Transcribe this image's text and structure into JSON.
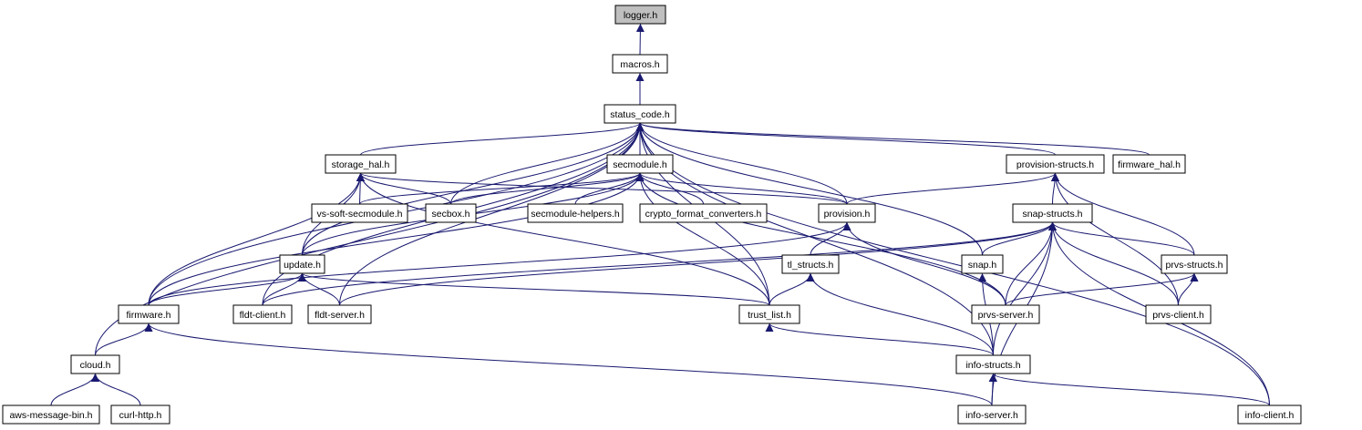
{
  "graph": {
    "title": "",
    "edge_color": "#191970",
    "root_fill": "#bfbfbf",
    "node_fill": "#ffffff",
    "nodes": [
      {
        "id": "logger",
        "label": "logger.h",
        "root": true
      },
      {
        "id": "macros",
        "label": "macros.h"
      },
      {
        "id": "status",
        "label": "status_code.h"
      },
      {
        "id": "storage",
        "label": "storage_hal.h"
      },
      {
        "id": "secmod",
        "label": "secmodule.h"
      },
      {
        "id": "provstr",
        "label": "provision-structs.h"
      },
      {
        "id": "fwhal",
        "label": "firmware_hal.h"
      },
      {
        "id": "vssoft",
        "label": "vs-soft-secmodule.h"
      },
      {
        "id": "secbox",
        "label": "secbox.h"
      },
      {
        "id": "secmodhelp",
        "label": "secmodule-helpers.h"
      },
      {
        "id": "crypto",
        "label": "crypto_format_converters.h"
      },
      {
        "id": "provision",
        "label": "provision.h"
      },
      {
        "id": "snapstr",
        "label": "snap-structs.h"
      },
      {
        "id": "update",
        "label": "update.h"
      },
      {
        "id": "tlstr",
        "label": "tl_structs.h"
      },
      {
        "id": "snap",
        "label": "snap.h"
      },
      {
        "id": "prvsstr",
        "label": "prvs-structs.h"
      },
      {
        "id": "firmware",
        "label": "firmware.h"
      },
      {
        "id": "fldtc",
        "label": "fldt-client.h"
      },
      {
        "id": "fldts",
        "label": "fldt-server.h"
      },
      {
        "id": "trust",
        "label": "trust_list.h"
      },
      {
        "id": "prvsserv",
        "label": "prvs-server.h"
      },
      {
        "id": "prvscli",
        "label": "prvs-client.h"
      },
      {
        "id": "cloud",
        "label": "cloud.h"
      },
      {
        "id": "infostr",
        "label": "info-structs.h"
      },
      {
        "id": "aws",
        "label": "aws-message-bin.h"
      },
      {
        "id": "curl",
        "label": "curl-http.h"
      },
      {
        "id": "infoserv",
        "label": "info-server.h"
      },
      {
        "id": "infocli",
        "label": "info-client.h"
      }
    ],
    "edges": [
      [
        "macros",
        "logger"
      ],
      [
        "status",
        "macros"
      ],
      [
        "storage",
        "status"
      ],
      [
        "secmod",
        "status"
      ],
      [
        "provstr",
        "status"
      ],
      [
        "fwhal",
        "status"
      ],
      [
        "secbox",
        "status"
      ],
      [
        "provision",
        "status"
      ],
      [
        "snap",
        "status"
      ],
      [
        "update",
        "status"
      ],
      [
        "firmware",
        "status"
      ],
      [
        "fldtc",
        "status"
      ],
      [
        "fldts",
        "status"
      ],
      [
        "trust",
        "status"
      ],
      [
        "cloud",
        "status"
      ],
      [
        "infostr",
        "status"
      ],
      [
        "infocli",
        "status"
      ],
      [
        "vssoft",
        "storage"
      ],
      [
        "secbox",
        "storage"
      ],
      [
        "provision",
        "storage"
      ],
      [
        "update",
        "storage"
      ],
      [
        "firmware",
        "storage"
      ],
      [
        "trust",
        "storage"
      ],
      [
        "vssoft",
        "secmod"
      ],
      [
        "secbox",
        "secmod"
      ],
      [
        "secmodhelp",
        "secmod"
      ],
      [
        "crypto",
        "secmod"
      ],
      [
        "provision",
        "secmod"
      ],
      [
        "trust",
        "secmod"
      ],
      [
        "prvsserv",
        "secmod"
      ],
      [
        "firmware",
        "secmod"
      ],
      [
        "update",
        "secmod"
      ],
      [
        "provision",
        "provstr"
      ],
      [
        "snapstr",
        "provstr"
      ],
      [
        "prvsstr",
        "provstr"
      ],
      [
        "prvscli",
        "provstr"
      ],
      [
        "tlstr",
        "provision"
      ],
      [
        "prvsserv",
        "provision"
      ],
      [
        "firmware",
        "provision"
      ],
      [
        "snap",
        "snapstr"
      ],
      [
        "prvsstr",
        "snapstr"
      ],
      [
        "prvsserv",
        "snapstr"
      ],
      [
        "prvscli",
        "snapstr"
      ],
      [
        "infostr",
        "snapstr"
      ],
      [
        "infoserv",
        "snapstr"
      ],
      [
        "infocli",
        "snapstr"
      ],
      [
        "fldtc",
        "snapstr"
      ],
      [
        "fldts",
        "snapstr"
      ],
      [
        "firmware",
        "update"
      ],
      [
        "fldtc",
        "update"
      ],
      [
        "fldts",
        "update"
      ],
      [
        "trust",
        "update"
      ],
      [
        "trust",
        "tlstr"
      ],
      [
        "infostr",
        "tlstr"
      ],
      [
        "infostr",
        "snap"
      ],
      [
        "prvsserv",
        "prvsstr"
      ],
      [
        "prvscli",
        "prvsstr"
      ],
      [
        "cloud",
        "firmware"
      ],
      [
        "infoserv",
        "firmware"
      ],
      [
        "infostr",
        "trust"
      ],
      [
        "aws",
        "cloud"
      ],
      [
        "curl",
        "cloud"
      ],
      [
        "infoserv",
        "infostr"
      ],
      [
        "infocli",
        "infostr"
      ]
    ]
  }
}
